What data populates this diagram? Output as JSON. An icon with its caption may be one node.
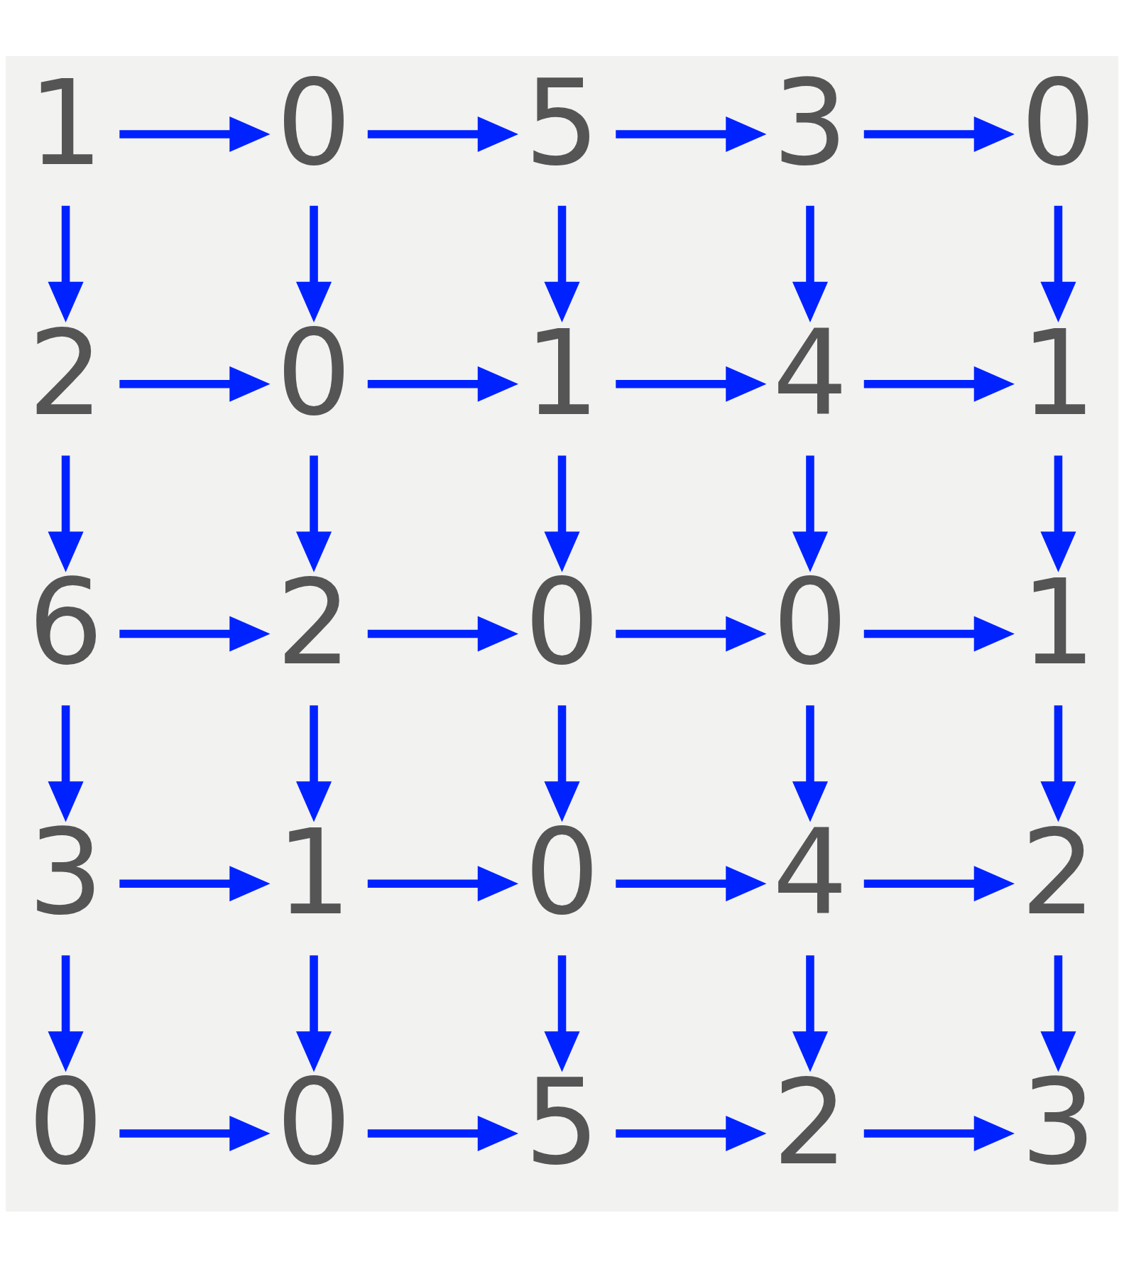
{
  "diagram": {
    "nodes": [
      {
        "text": [
          "1"
        ]
      },
      {
        "text": [
          "0"
        ]
      },
      {
        "text": [
          "5"
        ]
      },
      {
        "text": [
          "3"
        ]
      },
      {
        "text": [
          "0"
        ]
      },
      {
        "text": [
          "2"
        ]
      },
      {
        "text": [
          "0"
        ]
      },
      {
        "text": [
          "1"
        ]
      },
      {
        "text": [
          "4"
        ]
      },
      {
        "text": [
          "1"
        ]
      },
      {
        "text": [
          "6"
        ]
      },
      {
        "text": [
          "2"
        ]
      },
      {
        "text": [
          "0"
        ]
      },
      {
        "text": [
          "0"
        ]
      },
      {
        "text": [
          "1"
        ]
      },
      {
        "text": [
          "3"
        ]
      },
      {
        "text": [
          "1"
        ]
      },
      {
        "text": [
          "0"
        ]
      },
      {
        "text": [
          "4"
        ]
      },
      {
        "text": [
          "2"
        ]
      },
      {
        "text": [
          "0"
        ]
      },
      {
        "text": [
          "0"
        ]
      },
      {
        "text": [
          "5"
        ]
      },
      {
        "text": [
          "2"
        ]
      },
      {
        "text": [
          "3"
        ]
      }
    ],
    "edges": [
      {
        "from": 0,
        "to": 1,
        "arrow": "to"
      },
      {
        "from": 1,
        "to": 2,
        "arrow": "to"
      },
      {
        "from": 2,
        "to": 3,
        "arrow": "to"
      },
      {
        "from": 3,
        "to": 4,
        "arrow": "to"
      },
      {
        "from": 0,
        "to": 5,
        "arrow": "to"
      },
      {
        "from": 1,
        "to": 6,
        "arrow": "to"
      },
      {
        "from": 2,
        "to": 7,
        "arrow": "to"
      },
      {
        "from": 3,
        "to": 8,
        "arrow": "to"
      },
      {
        "from": 4,
        "to": 9,
        "arrow": "to"
      },
      {
        "from": 5,
        "to": 6,
        "arrow": "to"
      },
      {
        "from": 6,
        "to": 7,
        "arrow": "to"
      },
      {
        "from": 7,
        "to": 8,
        "arrow": "to"
      },
      {
        "from": 8,
        "to": 9,
        "arrow": "to"
      },
      {
        "from": 5,
        "to": 10,
        "arrow": "to"
      },
      {
        "from": 6,
        "to": 11,
        "arrow": "to"
      },
      {
        "from": 7,
        "to": 12,
        "arrow": "to"
      },
      {
        "from": 8,
        "to": 13,
        "arrow": "to"
      },
      {
        "from": 9,
        "to": 14,
        "arrow": "to"
      },
      {
        "from": 10,
        "to": 11,
        "arrow": "to"
      },
      {
        "from": 11,
        "to": 12,
        "arrow": "to"
      },
      {
        "from": 12,
        "to": 13,
        "arrow": "to"
      },
      {
        "from": 13,
        "to": 14,
        "arrow": "to"
      },
      {
        "from": 10,
        "to": 15,
        "arrow": "to"
      },
      {
        "from": 11,
        "to": 16,
        "arrow": "to"
      },
      {
        "from": 12,
        "to": 17,
        "arrow": "to"
      },
      {
        "from": 13,
        "to": 18,
        "arrow": "to"
      },
      {
        "from": 14,
        "to": 19,
        "arrow": "to"
      },
      {
        "from": 15,
        "to": 16,
        "arrow": "to"
      },
      {
        "from": 16,
        "to": 17,
        "arrow": "to"
      },
      {
        "from": 17,
        "to": 18,
        "arrow": "to"
      },
      {
        "from": 18,
        "to": 19,
        "arrow": "to"
      },
      {
        "from": 15,
        "to": 20,
        "arrow": "to"
      },
      {
        "from": 16,
        "to": 21,
        "arrow": "to"
      },
      {
        "from": 17,
        "to": 22,
        "arrow": "to"
      },
      {
        "from": 18,
        "to": 23,
        "arrow": "to"
      },
      {
        "from": 19,
        "to": 24,
        "arrow": "to"
      },
      {
        "from": 20,
        "to": 21,
        "arrow": "to"
      },
      {
        "from": 21,
        "to": 22,
        "arrow": "to"
      },
      {
        "from": 22,
        "to": 23,
        "arrow": "to"
      },
      {
        "from": 23,
        "to": 24,
        "arrow": "to"
      }
    ]
  }
}
